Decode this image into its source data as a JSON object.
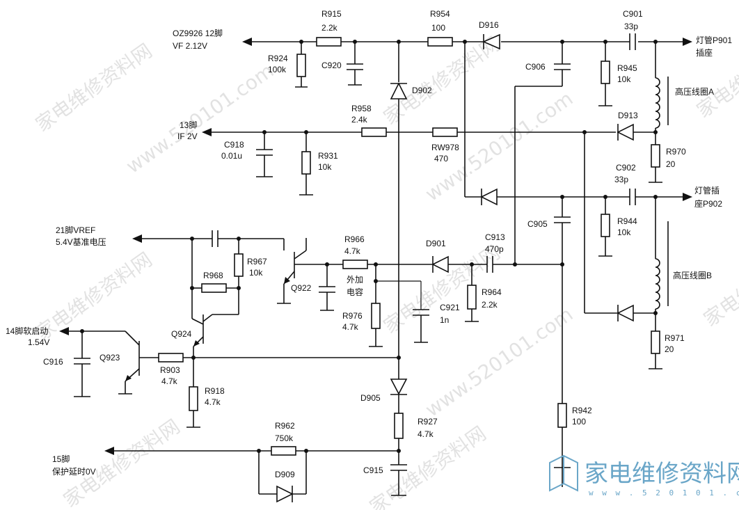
{
  "watermark": {
    "domain": "www.520101.com",
    "site_name": "家电维修资料网"
  },
  "logo": {
    "name": "家电维修资料网",
    "url": "w w w . 5 2 0 1 0 1 . c o m"
  },
  "labels": {
    "oz9926": "OZ9926 12脚",
    "vf": "VF 2.12V",
    "pin13": "13脚",
    "if": "IF 2V",
    "vref": "21脚VREF",
    "vref2": "5.4V基准电压",
    "pin14": "14脚软启动",
    "pin14v": "1.54V",
    "pin15": "15脚",
    "pin15b": "保护延时0V",
    "p901a": "灯管P901",
    "p901b": "插座",
    "p902a": "灯管插",
    "p902b": "座P902",
    "coilA": "高压线圈A",
    "coilB": "高压线圈B",
    "extcap1": "外加",
    "extcap2": "电容"
  },
  "parts": {
    "R915": "R915",
    "R915v": "2.2k",
    "R954": "R954",
    "R954v": "100",
    "D916": "D916",
    "C901": "C901",
    "C901v": "33p",
    "R924": "R924",
    "R924v": "100k",
    "C920": "C920",
    "D902": "D902",
    "C906": "C906",
    "R945": "R945",
    "R945v": "10k",
    "D913": "D913",
    "R958": "R958",
    "R958v": "2.4k",
    "RW978": "RW978",
    "RW978v": "470",
    "C918": "C918",
    "C918v": "0.01u",
    "R931": "R931",
    "R931v": "10k",
    "R970": "R970",
    "R970v": "20",
    "C902": "C902",
    "C902v": "33p",
    "R944": "R944",
    "R944v": "10k",
    "C905": "C905",
    "R966": "R966",
    "R966v": "4.7k",
    "D901": "D901",
    "C913": "C913",
    "C913v": "470p",
    "R967": "R967",
    "R967v": "10k",
    "R968": "R968",
    "Q922": "Q922",
    "C921": "C921",
    "C921v": "1n",
    "R964": "R964",
    "R964v": "2.2k",
    "R976": "R976",
    "R976v": "4.7k",
    "Q924": "Q924",
    "Q923": "Q923",
    "C916": "C916",
    "R903": "R903",
    "R903v": "4.7k",
    "R918": "R918",
    "R918v": "4.7k",
    "D905": "D905",
    "R927": "R927",
    "R927v": "4.7k",
    "R971": "R971",
    "R971v": "20",
    "R942": "R942",
    "R942v": "100",
    "R962": "R962",
    "R962v": "750k",
    "D909": "D909",
    "C915": "C915"
  },
  "colors": {
    "ink": "#111111",
    "watermark": "#bfbfbf",
    "logo": "#6aa6c8"
  }
}
